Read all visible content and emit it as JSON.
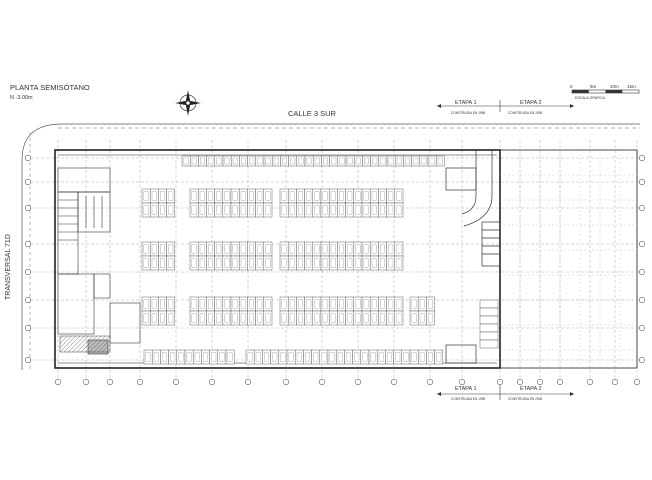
{
  "title": "PLANTA SEMISÓTANO",
  "level": "N -3.00m",
  "street_top": "CALLE 3 SUR",
  "street_left": "TRANSVERSAL 71D",
  "stages_top": [
    {
      "name": "ETAPA 1",
      "note": "CONSTRUIDA EN 1998"
    },
    {
      "name": "ETAPA 2",
      "note": "CONSTRUIDA EN 2008"
    }
  ],
  "stages_bottom": [
    {
      "name": "ETAPA 1",
      "note": "CONSTRUIDA EN 1998"
    },
    {
      "name": "ETAPA 2",
      "note": "CONSTRUIDA EN 2008"
    }
  ],
  "scale_ticks": [
    "0",
    "5m",
    "10m",
    "15m"
  ],
  "scale_caption": "ESCALA GRÁFICA",
  "north_icon": "compass-rose-icon",
  "colors": {
    "line": "#333333",
    "grid": "#9a9a9a",
    "stall": "#555555"
  }
}
